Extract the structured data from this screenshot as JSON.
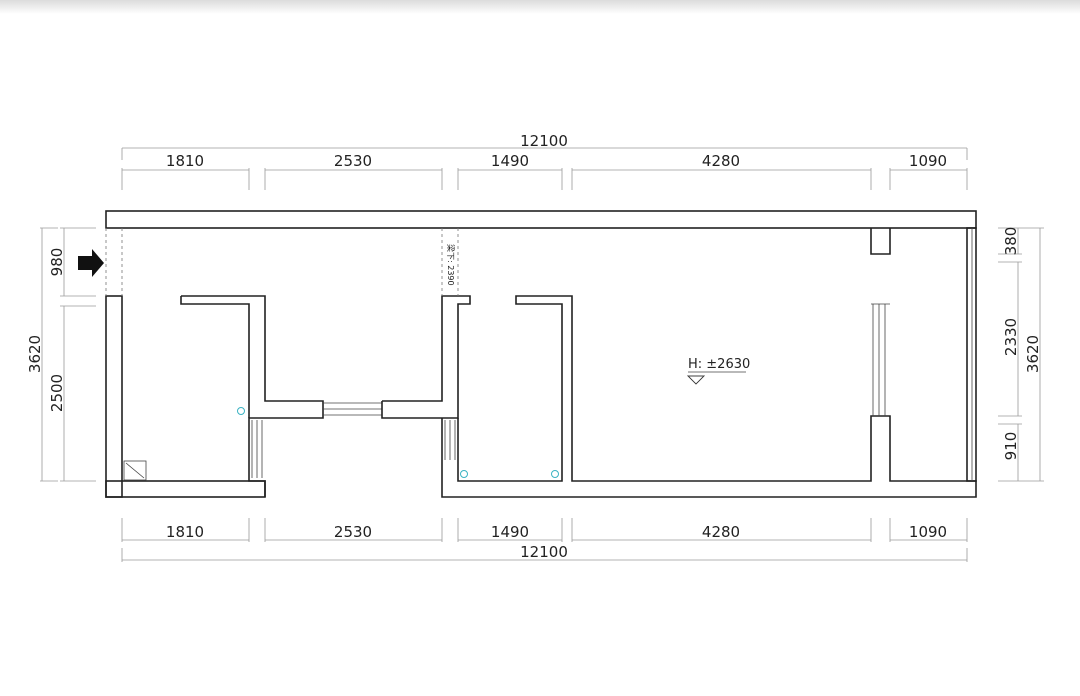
{
  "dimensions": {
    "top_total": "12100",
    "top_segments": [
      "1810",
      "2530",
      "1490",
      "4280",
      "1090"
    ],
    "bottom_total": "12100",
    "bottom_segments": [
      "1810",
      "2530",
      "1490",
      "4280",
      "1090"
    ],
    "left_upper": "980",
    "left_lower": "2500",
    "left_total": "3620",
    "right_upper": "380",
    "right_middle": "2330",
    "right_lower": "910",
    "right_total": "3620"
  },
  "annotations": {
    "beam_label": "梁下: 2390",
    "height_label": "H: ±2630"
  },
  "colors": {
    "wall": "#222222",
    "dimension": "#9a9a9a",
    "fixture": "#3bb3c3",
    "entry_arrow": "#111111"
  }
}
